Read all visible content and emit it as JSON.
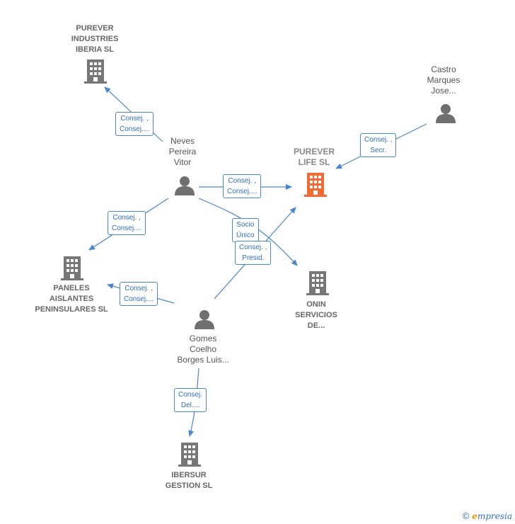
{
  "colors": {
    "edge": "#4a86d0",
    "company_icon": "#777777",
    "main_company_icon": "#f26a35",
    "person_icon": "#707070"
  },
  "nodes": {
    "purever_industries": {
      "label": "PUREVER\nINDUSTRIES\nIBERIA  SL",
      "icon": "building-icon"
    },
    "purever_life": {
      "label": "PUREVER\nLIFE  SL",
      "icon": "building-icon"
    },
    "paneles": {
      "label": "PANELES\nAISLANTES\nPENINSULARES SL",
      "icon": "building-icon"
    },
    "onin": {
      "label": "ONIN\nSERVICIOS\nDE...",
      "icon": "building-icon"
    },
    "ibersur": {
      "label": "IBERSUR\nGESTION SL",
      "icon": "building-icon"
    },
    "castro": {
      "label": "Castro\nMarques\nJose...",
      "icon": "person-icon"
    },
    "neves": {
      "label": "Neves\nPereira\nVitor",
      "icon": "person-icon"
    },
    "gomes": {
      "label": "Gomes\nCoelho\nBorges Luis...",
      "icon": "person-icon"
    }
  },
  "edges": {
    "neves_purever_industries": "Consej. ,\nConsej....",
    "castro_purever_life": "Consej. ,\nSecr.",
    "neves_purever_life": "Consej. ,\nConsej....",
    "neves_paneles": "Consej. ,\nConsej....",
    "neves_onin": "Socio\nÚnico",
    "gomes_purever_life": "Consej. ,\nPresid.",
    "gomes_paneles": "Consej. ,\nConsej....",
    "gomes_ibersur": "Consej.\nDel...."
  },
  "brand": {
    "copyright": "©",
    "name_first": "e",
    "name_rest": "mpresia"
  }
}
